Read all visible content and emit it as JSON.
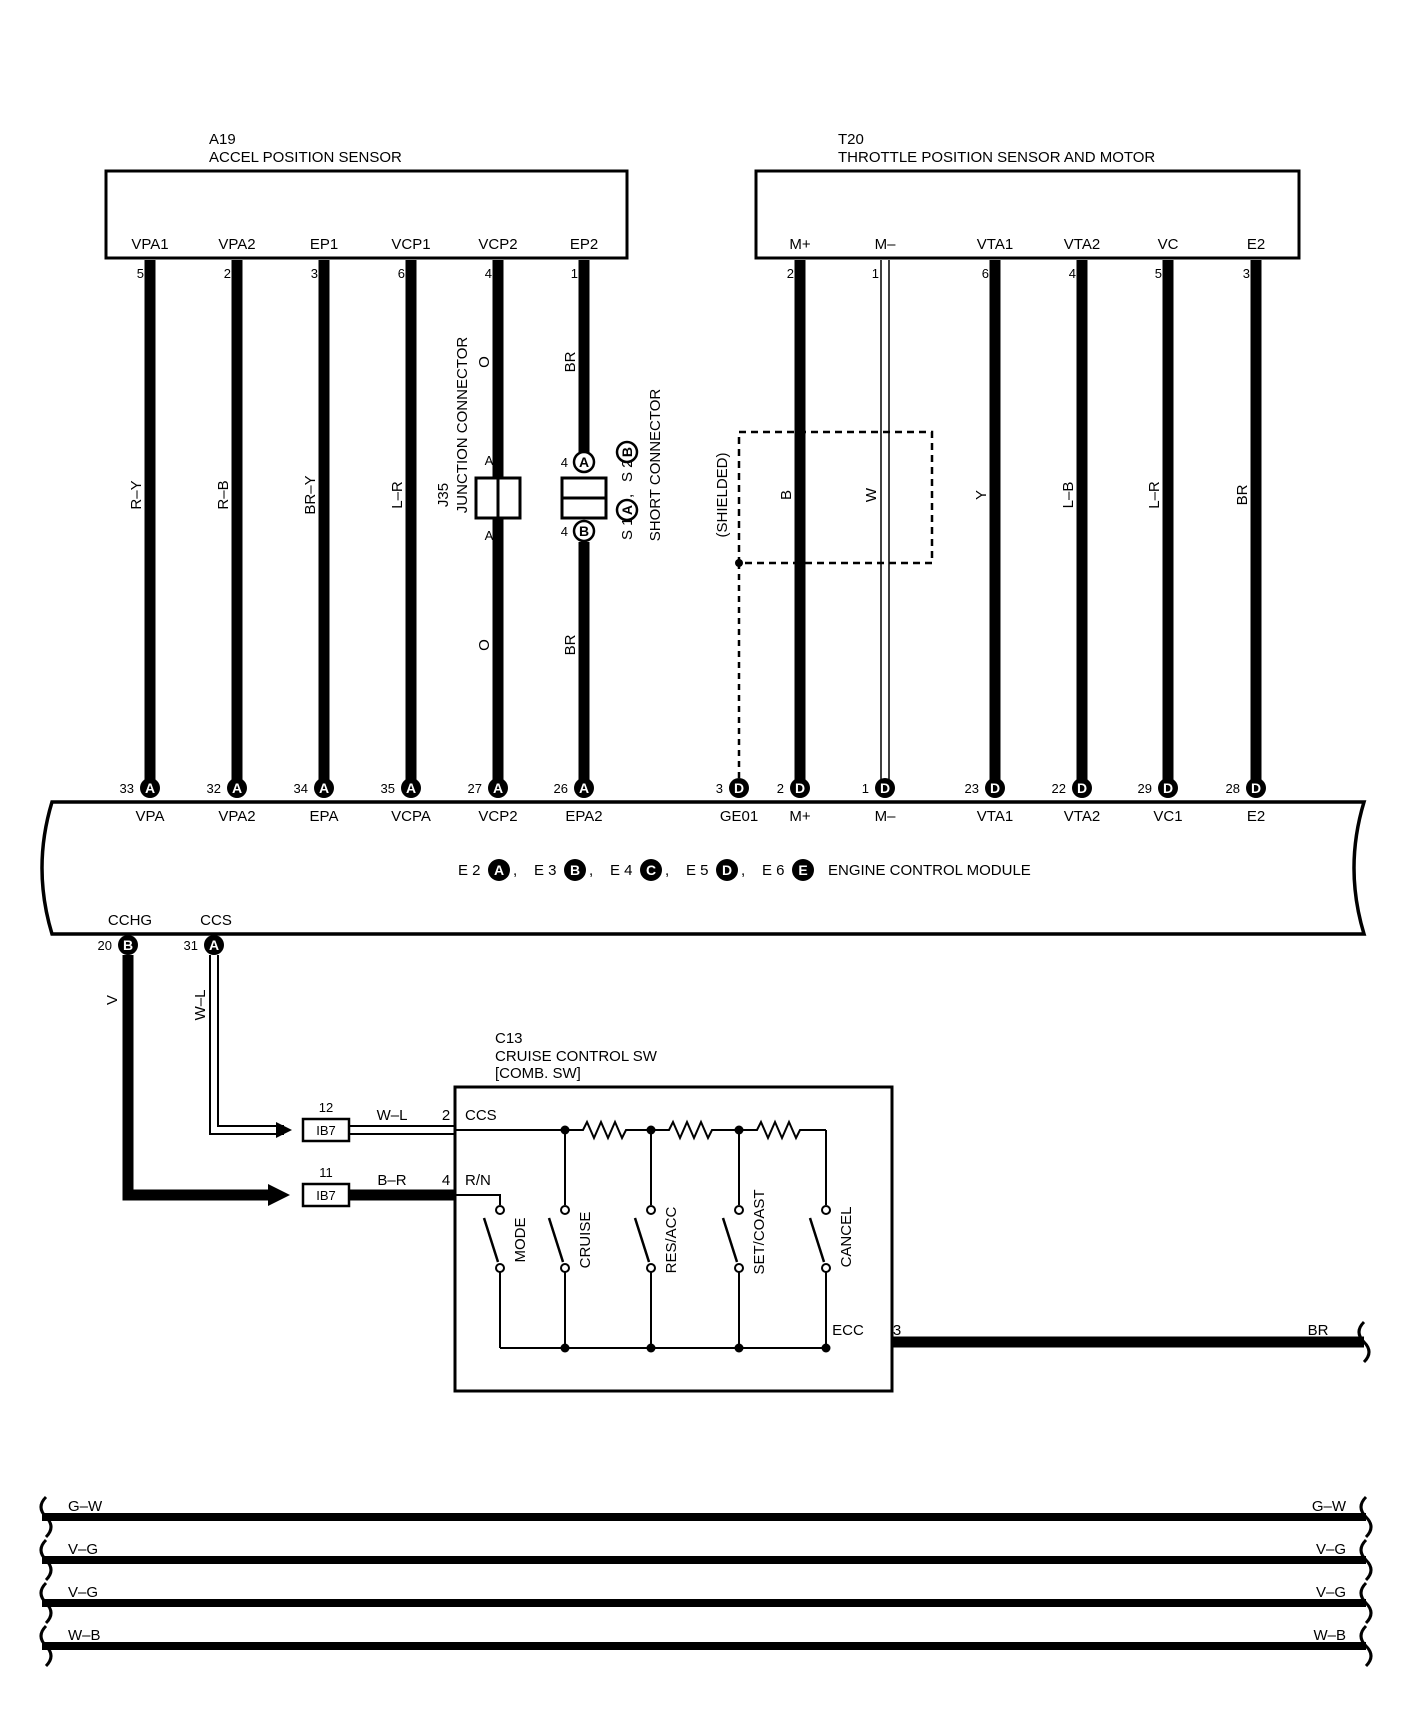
{
  "sensor_a19": {
    "code": "A19",
    "name": "ACCEL POSITION SENSOR"
  },
  "sensor_t20": {
    "code": "T20",
    "name": "THROTTLE POSITION SENSOR AND MOTOR"
  },
  "a19_wires": [
    {
      "term": "VPA1",
      "pin": "5",
      "color": "R–Y",
      "ecm_pin": "33",
      "ecm_conn": "A",
      "ecm_term": "VPA"
    },
    {
      "term": "VPA2",
      "pin": "2",
      "color": "R–B",
      "ecm_pin": "32",
      "ecm_conn": "A",
      "ecm_term": "VPA2"
    },
    {
      "term": "EP1",
      "pin": "3",
      "color": "BR–Y",
      "ecm_pin": "34",
      "ecm_conn": "A",
      "ecm_term": "EPA"
    },
    {
      "term": "VCP1",
      "pin": "6",
      "color": "L–R",
      "ecm_pin": "35",
      "ecm_conn": "A",
      "ecm_term": "VCPA"
    },
    {
      "term": "VCP2",
      "pin": "4",
      "color": "O",
      "ecm_pin": "27",
      "ecm_conn": "A",
      "ecm_term": "VCP2"
    },
    {
      "term": "EP2",
      "pin": "1",
      "color": "BR",
      "ecm_pin": "26",
      "ecm_conn": "A",
      "ecm_term": "EPA2"
    }
  ],
  "t20_wires": [
    {
      "term": "M+",
      "pin": "2",
      "color": "B",
      "ecm_pin": "2",
      "ecm_conn": "D",
      "ecm_term": "M+"
    },
    {
      "term": "M–",
      "pin": "1",
      "color": "W",
      "ecm_pin": "1",
      "ecm_conn": "D",
      "ecm_term": "M–"
    },
    {
      "term": "VTA1",
      "pin": "6",
      "color": "Y",
      "ecm_pin": "23",
      "ecm_conn": "D",
      "ecm_term": "VTA1"
    },
    {
      "term": "VTA2",
      "pin": "4",
      "color": "L–B",
      "ecm_pin": "22",
      "ecm_conn": "D",
      "ecm_term": "VTA2"
    },
    {
      "term": "VC",
      "pin": "5",
      "color": "L–R",
      "ecm_pin": "29",
      "ecm_conn": "D",
      "ecm_term": "VC1"
    },
    {
      "term": "E2",
      "pin": "3",
      "color": "BR",
      "ecm_pin": "28",
      "ecm_conn": "D",
      "ecm_term": "E2"
    }
  ],
  "ge01": {
    "pin": "3",
    "conn": "D",
    "term": "GE01",
    "label": "(SHIELDED)"
  },
  "junction": {
    "code": "J35",
    "name": "JUNCTION CONNECTOR",
    "pin": "A"
  },
  "short_conn": {
    "name": "SHORT CONNECTOR",
    "s1": "S 1",
    "s1_conn": "A",
    "s2": "S 2",
    "s2_conn": "B",
    "pin_top": "4",
    "pin_bot": "4",
    "conn_top": "A",
    "conn_bot": "B"
  },
  "ecm": {
    "name": "ENGINE CONTROL MODULE",
    "connectors": [
      {
        "code": "E 2",
        "letter": "A"
      },
      {
        "code": "E 3",
        "letter": "B"
      },
      {
        "code": "E 4",
        "letter": "C"
      },
      {
        "code": "E 5",
        "letter": "D"
      },
      {
        "code": "E 6",
        "letter": "E"
      }
    ],
    "cchg": {
      "term": "CCHG",
      "pin": "20",
      "conn": "B",
      "color": "V"
    },
    "ccs": {
      "term": "CCS",
      "pin": "31",
      "conn": "A",
      "color": "W–L"
    }
  },
  "cruise": {
    "code": "C13",
    "name": "CRUISE CONTROL SW",
    "sub": "[COMB. SW]",
    "ccs_term": "CCS",
    "ccs_pin": "2",
    "ccs_wire": "W–L",
    "ccs_junc_pin": "12",
    "junc": "IB7",
    "rn_term": "R/N",
    "rn_pin": "4",
    "rn_wire": "B–R",
    "rn_junc_pin": "11",
    "ecc_term": "ECC",
    "ecc_pin": "3",
    "ecc_wire": "BR",
    "switches": [
      "MODE",
      "CRUISE",
      "RES/ACC",
      "SET/COAST",
      "CANCEL"
    ]
  },
  "bus_wires": [
    {
      "left": "G–W",
      "right": "G–W"
    },
    {
      "left": "V–G",
      "right": "V–G"
    },
    {
      "left": "V–G",
      "right": "V–G"
    },
    {
      "left": "W–B",
      "right": "W–B"
    }
  ]
}
